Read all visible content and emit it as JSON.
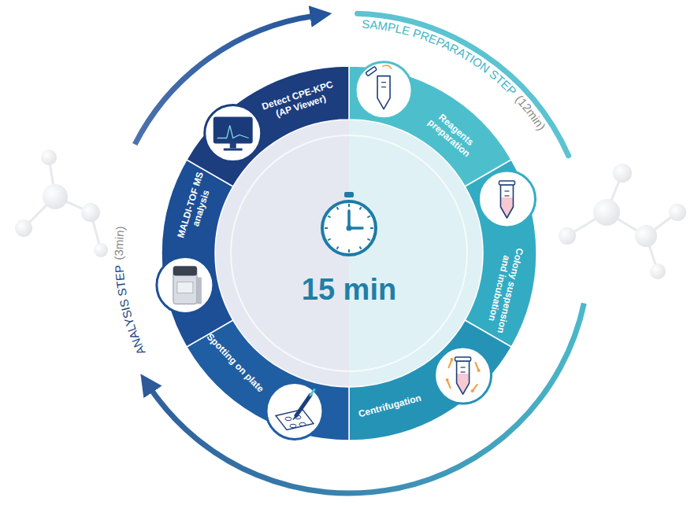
{
  "diagram": {
    "nodes": [
      {
        "text": [
          "Reagents preparation"
        ]
      },
      {
        "text": [
          "Colony suspension and incubation"
        ]
      },
      {
        "text": [
          "Centrifugation"
        ]
      },
      {
        "text": [
          "Spotting on plate"
        ]
      },
      {
        "text": [
          "MALDI-TOF MS analysis"
        ]
      },
      {
        "text": [
          "Detect CPE-KPC (AP Viewer)"
        ]
      }
    ],
    "labels": [
      "SAMPLE PREPARATION STEP",
      "(12min)",
      "ANALYSIS STEP",
      "(3min)",
      "15 min"
    ]
  }
}
